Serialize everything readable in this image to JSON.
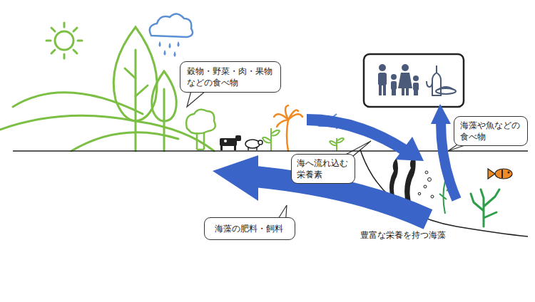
{
  "diagram": {
    "nodes": [
      {
        "text": [
          "穀物・野菜・肉・果物 などの食べ物"
        ]
      },
      {
        "text": [
          "海藻や魚などの 食べ物"
        ]
      },
      {
        "text": [
          "海へ流れ込む 栄養素"
        ]
      },
      {
        "text": [
          "海藻の肥料・飼料"
        ]
      }
    ],
    "labels": [
      "豊富な栄養を持つ海藻"
    ]
  }
}
